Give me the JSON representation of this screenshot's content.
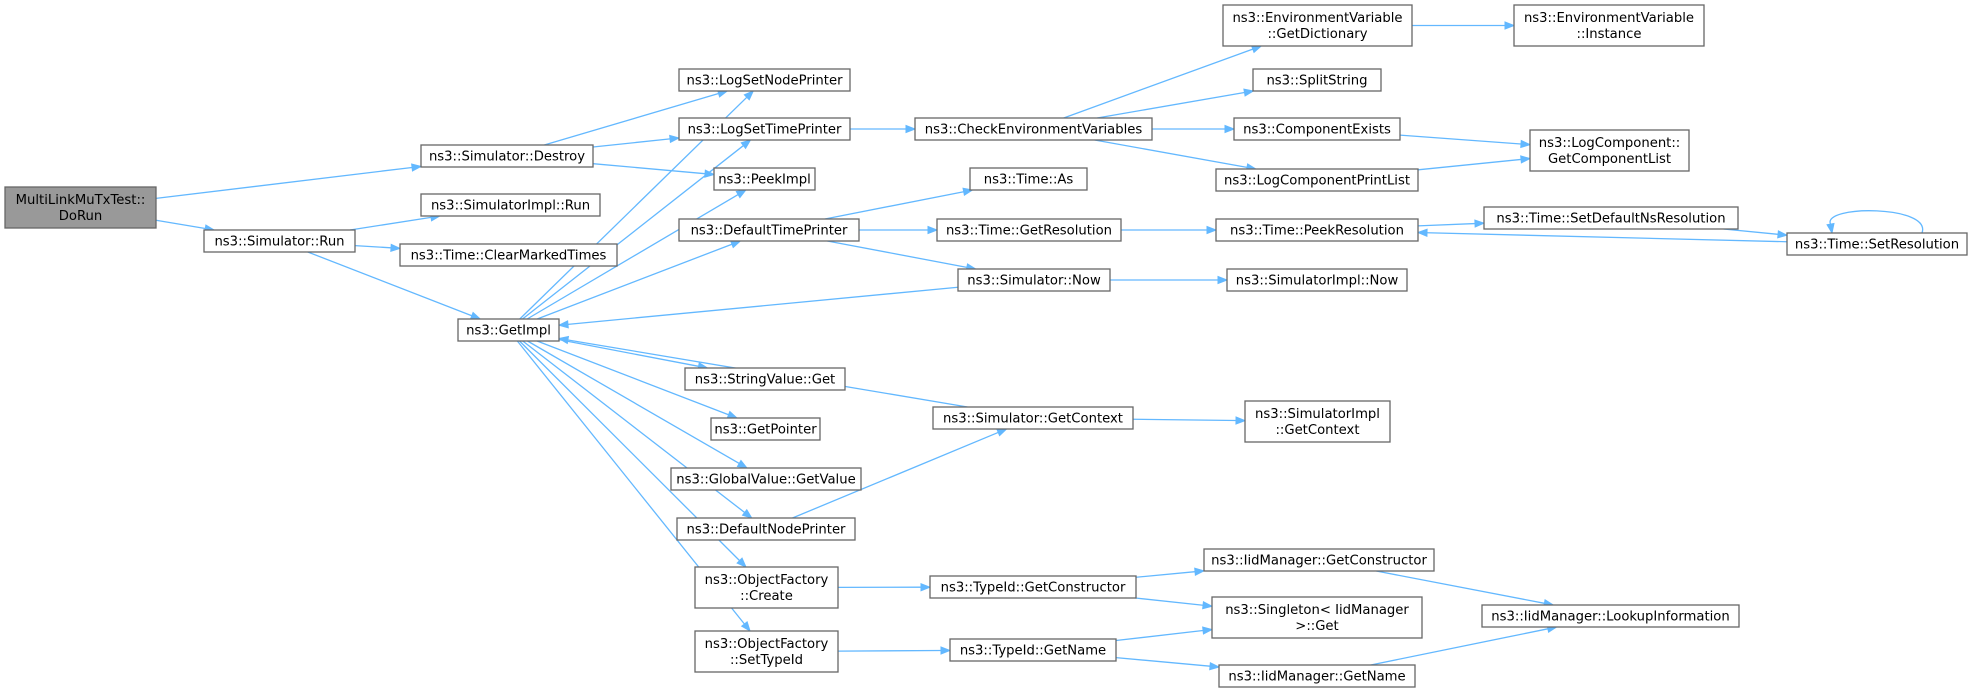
{
  "colors": {
    "node_fill": "#ffffff",
    "node_border": "#666666",
    "root_fill": "#999999",
    "edge": "#63b8ff"
  },
  "nodes": [
    {
      "id": "doRun",
      "lines": [
        "MultiLinkMuTxTest::",
        "DoRun"
      ],
      "root": true
    },
    {
      "id": "destroy",
      "lines": [
        "ns3::Simulator::Destroy"
      ]
    },
    {
      "id": "simRun",
      "lines": [
        "ns3::Simulator::Run"
      ]
    },
    {
      "id": "simImplRun",
      "lines": [
        "ns3::SimulatorImpl::Run"
      ]
    },
    {
      "id": "clearMarked",
      "lines": [
        "ns3::Time::ClearMarkedTimes"
      ]
    },
    {
      "id": "getImpl",
      "lines": [
        "ns3::GetImpl"
      ]
    },
    {
      "id": "logNode",
      "lines": [
        "ns3::LogSetNodePrinter"
      ]
    },
    {
      "id": "logTime",
      "lines": [
        "ns3::LogSetTimePrinter"
      ]
    },
    {
      "id": "peekImpl",
      "lines": [
        "ns3::PeekImpl"
      ]
    },
    {
      "id": "defTime",
      "lines": [
        "ns3::DefaultTimePrinter"
      ]
    },
    {
      "id": "strGet",
      "lines": [
        "ns3::StringValue::Get"
      ]
    },
    {
      "id": "getPtr",
      "lines": [
        "ns3::GetPointer"
      ]
    },
    {
      "id": "gvGet",
      "lines": [
        "ns3::GlobalValue::GetValue"
      ]
    },
    {
      "id": "defNode",
      "lines": [
        "ns3::DefaultNodePrinter"
      ]
    },
    {
      "id": "ofCreate",
      "lines": [
        "ns3::ObjectFactory",
        "::Create"
      ]
    },
    {
      "id": "ofSetType",
      "lines": [
        "ns3::ObjectFactory",
        "::SetTypeId"
      ]
    },
    {
      "id": "checkEnv",
      "lines": [
        "ns3::CheckEnvironmentVariables"
      ]
    },
    {
      "id": "timeAs",
      "lines": [
        "ns3::Time::As"
      ]
    },
    {
      "id": "timeGetRes",
      "lines": [
        "ns3::Time::GetResolution"
      ]
    },
    {
      "id": "simNow",
      "lines": [
        "ns3::Simulator::Now"
      ]
    },
    {
      "id": "simGetCtx",
      "lines": [
        "ns3::Simulator::GetContext"
      ]
    },
    {
      "id": "tidGetCtor",
      "lines": [
        "ns3::TypeId::GetConstructor"
      ]
    },
    {
      "id": "tidGetName",
      "lines": [
        "ns3::TypeId::GetName"
      ]
    },
    {
      "id": "envGetDict",
      "lines": [
        "ns3::EnvironmentVariable",
        "::GetDictionary"
      ]
    },
    {
      "id": "envInst",
      "lines": [
        "ns3::EnvironmentVariable",
        "::Instance"
      ]
    },
    {
      "id": "splitStr",
      "lines": [
        "ns3::SplitString"
      ]
    },
    {
      "id": "compExists",
      "lines": [
        "ns3::ComponentExists"
      ]
    },
    {
      "id": "logCompPrint",
      "lines": [
        "ns3::LogComponentPrintList"
      ]
    },
    {
      "id": "logCompGet",
      "lines": [
        "ns3::LogComponent::",
        "GetComponentList"
      ]
    },
    {
      "id": "timePeekRes",
      "lines": [
        "ns3::Time::PeekResolution"
      ]
    },
    {
      "id": "timeSetDef",
      "lines": [
        "ns3::Time::SetDefaultNsResolution"
      ]
    },
    {
      "id": "timeSetRes",
      "lines": [
        "ns3::Time::SetResolution"
      ]
    },
    {
      "id": "simImplNow",
      "lines": [
        "ns3::SimulatorImpl::Now"
      ]
    },
    {
      "id": "simImplGetCtx",
      "lines": [
        "ns3::SimulatorImpl",
        "::GetContext"
      ]
    },
    {
      "id": "iidGetCtor",
      "lines": [
        "ns3::IidManager::GetConstructor"
      ]
    },
    {
      "id": "singletonGet",
      "lines": [
        "ns3::Singleton< IidManager",
        ">::Get"
      ]
    },
    {
      "id": "iidGetName",
      "lines": [
        "ns3::IidManager::GetName"
      ]
    },
    {
      "id": "iidLookup",
      "lines": [
        "ns3::IidManager::LookupInformation"
      ]
    }
  ],
  "edges": [
    [
      "doRun",
      "destroy"
    ],
    [
      "doRun",
      "simRun"
    ],
    [
      "destroy",
      "logNode"
    ],
    [
      "destroy",
      "logTime"
    ],
    [
      "destroy",
      "peekImpl"
    ],
    [
      "simRun",
      "simImplRun"
    ],
    [
      "simRun",
      "clearMarked"
    ],
    [
      "simRun",
      "getImpl"
    ],
    [
      "getImpl",
      "logNode"
    ],
    [
      "getImpl",
      "logTime"
    ],
    [
      "getImpl",
      "peekImpl"
    ],
    [
      "getImpl",
      "defTime"
    ],
    [
      "getImpl",
      "strGet"
    ],
    [
      "getImpl",
      "getPtr"
    ],
    [
      "getImpl",
      "gvGet"
    ],
    [
      "getImpl",
      "defNode"
    ],
    [
      "getImpl",
      "ofCreate"
    ],
    [
      "getImpl",
      "ofSetType"
    ],
    [
      "logTime",
      "checkEnv"
    ],
    [
      "checkEnv",
      "envGetDict"
    ],
    [
      "checkEnv",
      "splitStr"
    ],
    [
      "checkEnv",
      "compExists"
    ],
    [
      "checkEnv",
      "logCompPrint"
    ],
    [
      "envGetDict",
      "envInst"
    ],
    [
      "compExists",
      "logCompGet"
    ],
    [
      "logCompPrint",
      "logCompGet"
    ],
    [
      "defTime",
      "timeAs"
    ],
    [
      "defTime",
      "timeGetRes"
    ],
    [
      "defTime",
      "simNow"
    ],
    [
      "timeGetRes",
      "timePeekRes"
    ],
    [
      "timePeekRes",
      "timeSetDef"
    ],
    [
      "timeSetDef",
      "timeSetRes"
    ],
    [
      "timeSetRes",
      "timePeekRes"
    ],
    [
      "timeSetRes",
      "timeSetRes"
    ],
    [
      "simNow",
      "getImpl"
    ],
    [
      "simNow",
      "simImplNow"
    ],
    [
      "defNode",
      "simGetCtx"
    ],
    [
      "simGetCtx",
      "getImpl"
    ],
    [
      "simGetCtx",
      "simImplGetCtx"
    ],
    [
      "ofCreate",
      "tidGetCtor"
    ],
    [
      "ofSetType",
      "tidGetName"
    ],
    [
      "tidGetCtor",
      "iidGetCtor"
    ],
    [
      "tidGetCtor",
      "singletonGet"
    ],
    [
      "tidGetName",
      "singletonGet"
    ],
    [
      "tidGetName",
      "iidGetName"
    ],
    [
      "iidGetCtor",
      "iidLookup"
    ],
    [
      "iidGetName",
      "iidLookup"
    ]
  ]
}
